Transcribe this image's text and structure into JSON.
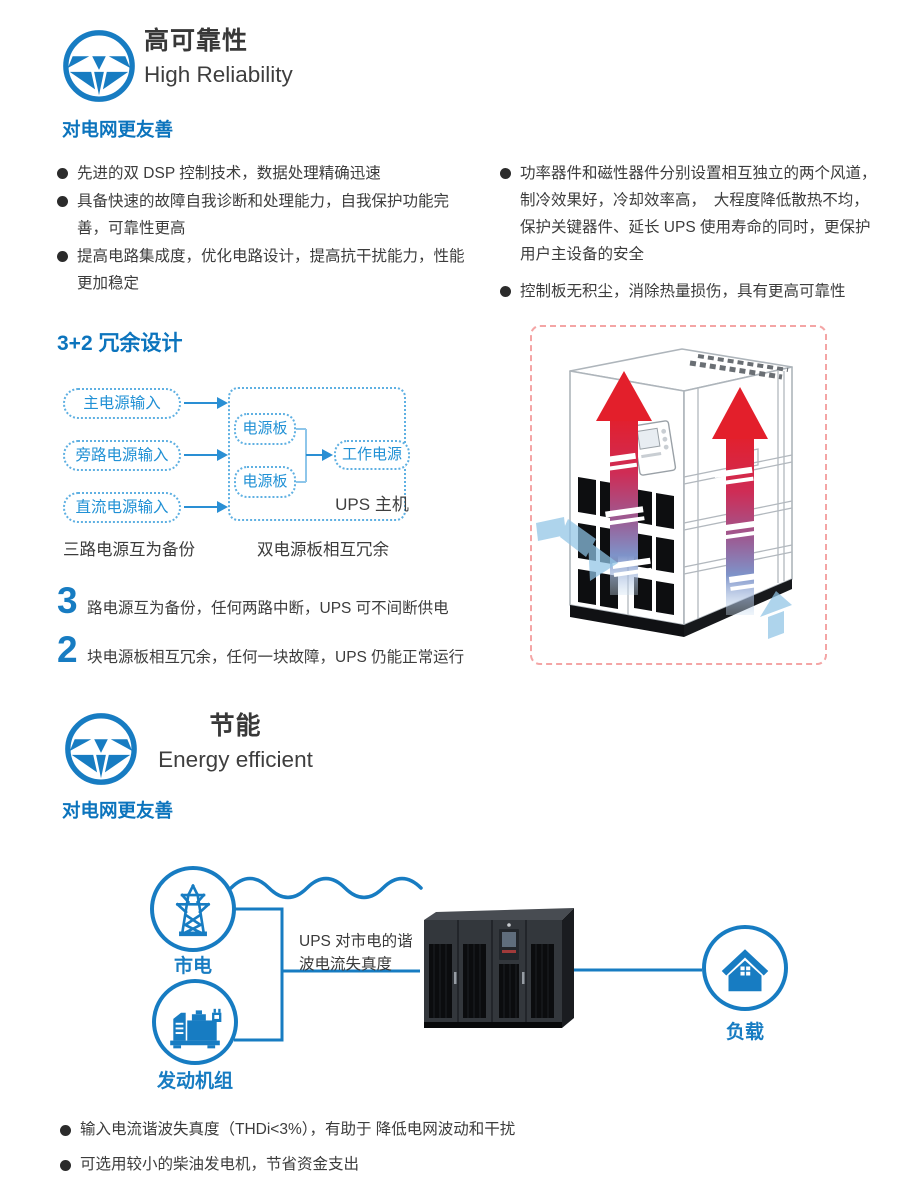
{
  "colors": {
    "accent_blue": "#177cc2",
    "heading_blue": "#0c74bd",
    "flow_light_blue": "#5fb0e2",
    "hot_air_red": "#e31f2b",
    "cool_air_blue": "#8fc4e6",
    "frame_dashed_red": "#f4a5a5",
    "body_text": "#3c3c3c"
  },
  "icons": {
    "section_badge": "diamond-icon",
    "utility": "power-tower-icon",
    "generator": "generator-icon",
    "load": "house-icon"
  },
  "reliability": {
    "title_zh": "高可靠性",
    "title_en": "High Reliability",
    "subheading": "对电网更友善",
    "bullets_left": [
      "先进的双 DSP 控制技术，数据处理精确迅速",
      "具备快速的故障自我诊断和处理能力，自我保护功能完善，可靠性更高",
      "提高电路集成度，优化电路设计，提高抗干扰能力，性能更加稳定"
    ],
    "bullets_right": [
      "功率器件和磁性器件分别设置相互独立的两个风道，制冷效果好，冷却效率高，　大程度降低散热不均，保护关键器件、延长 UPS 使用寿命的同时，更保护用户主设备的安全",
      "控制板无积尘，消除热量损伤，具有更高可靠性"
    ],
    "redundancy": {
      "heading": "3+2 冗余设计",
      "inputs": [
        "主电源输入",
        "旁路电源输入",
        "直流电源输入"
      ],
      "board_a": "电源板",
      "board_b": "电源板",
      "output": "工作电源",
      "ups_host": "UPS 主机",
      "caption_inputs": "三路电源互为备份",
      "caption_boards": "双电源板相互冗余",
      "notes": [
        {
          "num": "3",
          "text": "路电源互为备份，任何两路中断，UPS 可不间断供电"
        },
        {
          "num": "2",
          "text": "块电源板相互冗余，任何一块故障，UPS 仍能正常运行"
        }
      ]
    }
  },
  "energy": {
    "title_zh": "节能",
    "title_en": "Energy efficient",
    "subheading": "对电网更友善",
    "diagram": {
      "utility_label": "市电",
      "generator_label": "发动机组",
      "load_label": "负载",
      "line_annotation": "UPS 对市电的谐波电流失真度"
    },
    "bullets": [
      "输入电流谐波失真度（THDi<3%），有助于 降低电网波动和干扰",
      "可选用较小的柴油发电机，节省资金支出"
    ]
  }
}
